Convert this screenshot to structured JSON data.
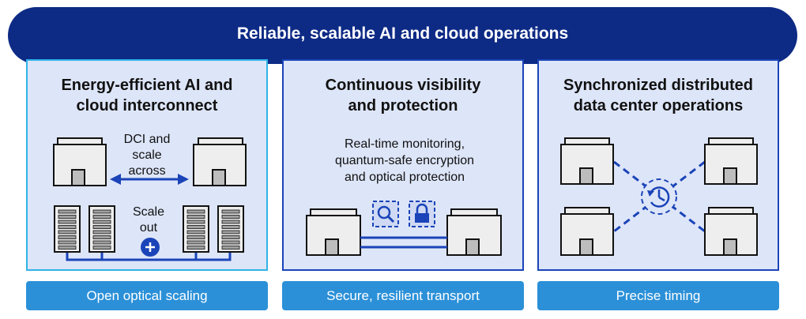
{
  "banner": {
    "title": "Reliable, scalable AI and cloud operations"
  },
  "panels": [
    {
      "title_lines": [
        "Energy-efficient AI and",
        "cloud interconnect"
      ],
      "dci_label": [
        "DCI and",
        "scale",
        "across"
      ],
      "scale_label": [
        "Scale",
        "out"
      ],
      "footer": "Open optical scaling"
    },
    {
      "title_lines": [
        "Continuous visibility",
        "and protection"
      ],
      "body_lines": [
        "Real-time monitoring,",
        "quantum-safe encryption",
        "and optical protection"
      ],
      "footer": "Secure, resilient transport"
    },
    {
      "title_lines": [
        "Synchronized distributed",
        "data center operations"
      ],
      "footer": "Precise timing"
    }
  ],
  "icons": {
    "panel1": [
      "building-icon",
      "arrow-double-icon",
      "server-rack-icon",
      "plus-icon"
    ],
    "panel2": [
      "building-icon",
      "magnifier-icon",
      "lock-icon"
    ],
    "panel3": [
      "building-icon",
      "clock-sync-icon"
    ]
  },
  "colors": {
    "banner": "#0d2a85",
    "panel_fill": "#dde5f8",
    "panel_border_dark": "#1a44b8",
    "panel_border_light": "#2fb3e8",
    "accent": "#1a44b8",
    "footer_fill": "#2b90d8"
  }
}
